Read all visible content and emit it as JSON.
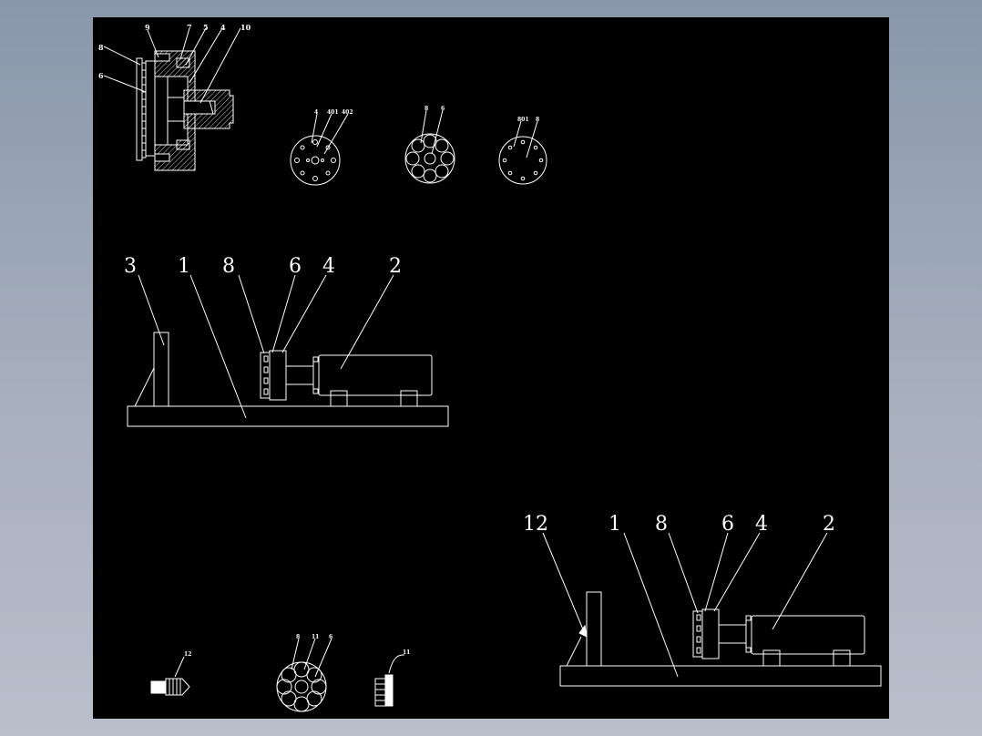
{
  "colors": {
    "background": "#9aa4b4",
    "sheet": "#000000",
    "line": "#ffffff"
  },
  "labels": {
    "section": [
      "9",
      "7",
      "5",
      "4",
      "10",
      "8",
      "6"
    ],
    "disc_a": [
      "4",
      "401",
      "402"
    ],
    "disc_b": [
      "8",
      "6"
    ],
    "disc_c": [
      "801",
      "8"
    ],
    "assembly_top": [
      "3",
      "1",
      "8",
      "6",
      "4",
      "2"
    ],
    "assembly_bottom": [
      "12",
      "1",
      "8",
      "6",
      "4",
      "2"
    ],
    "part_12": "12",
    "disc_d": [
      "8",
      "11",
      "6"
    ],
    "part_11": "11"
  }
}
